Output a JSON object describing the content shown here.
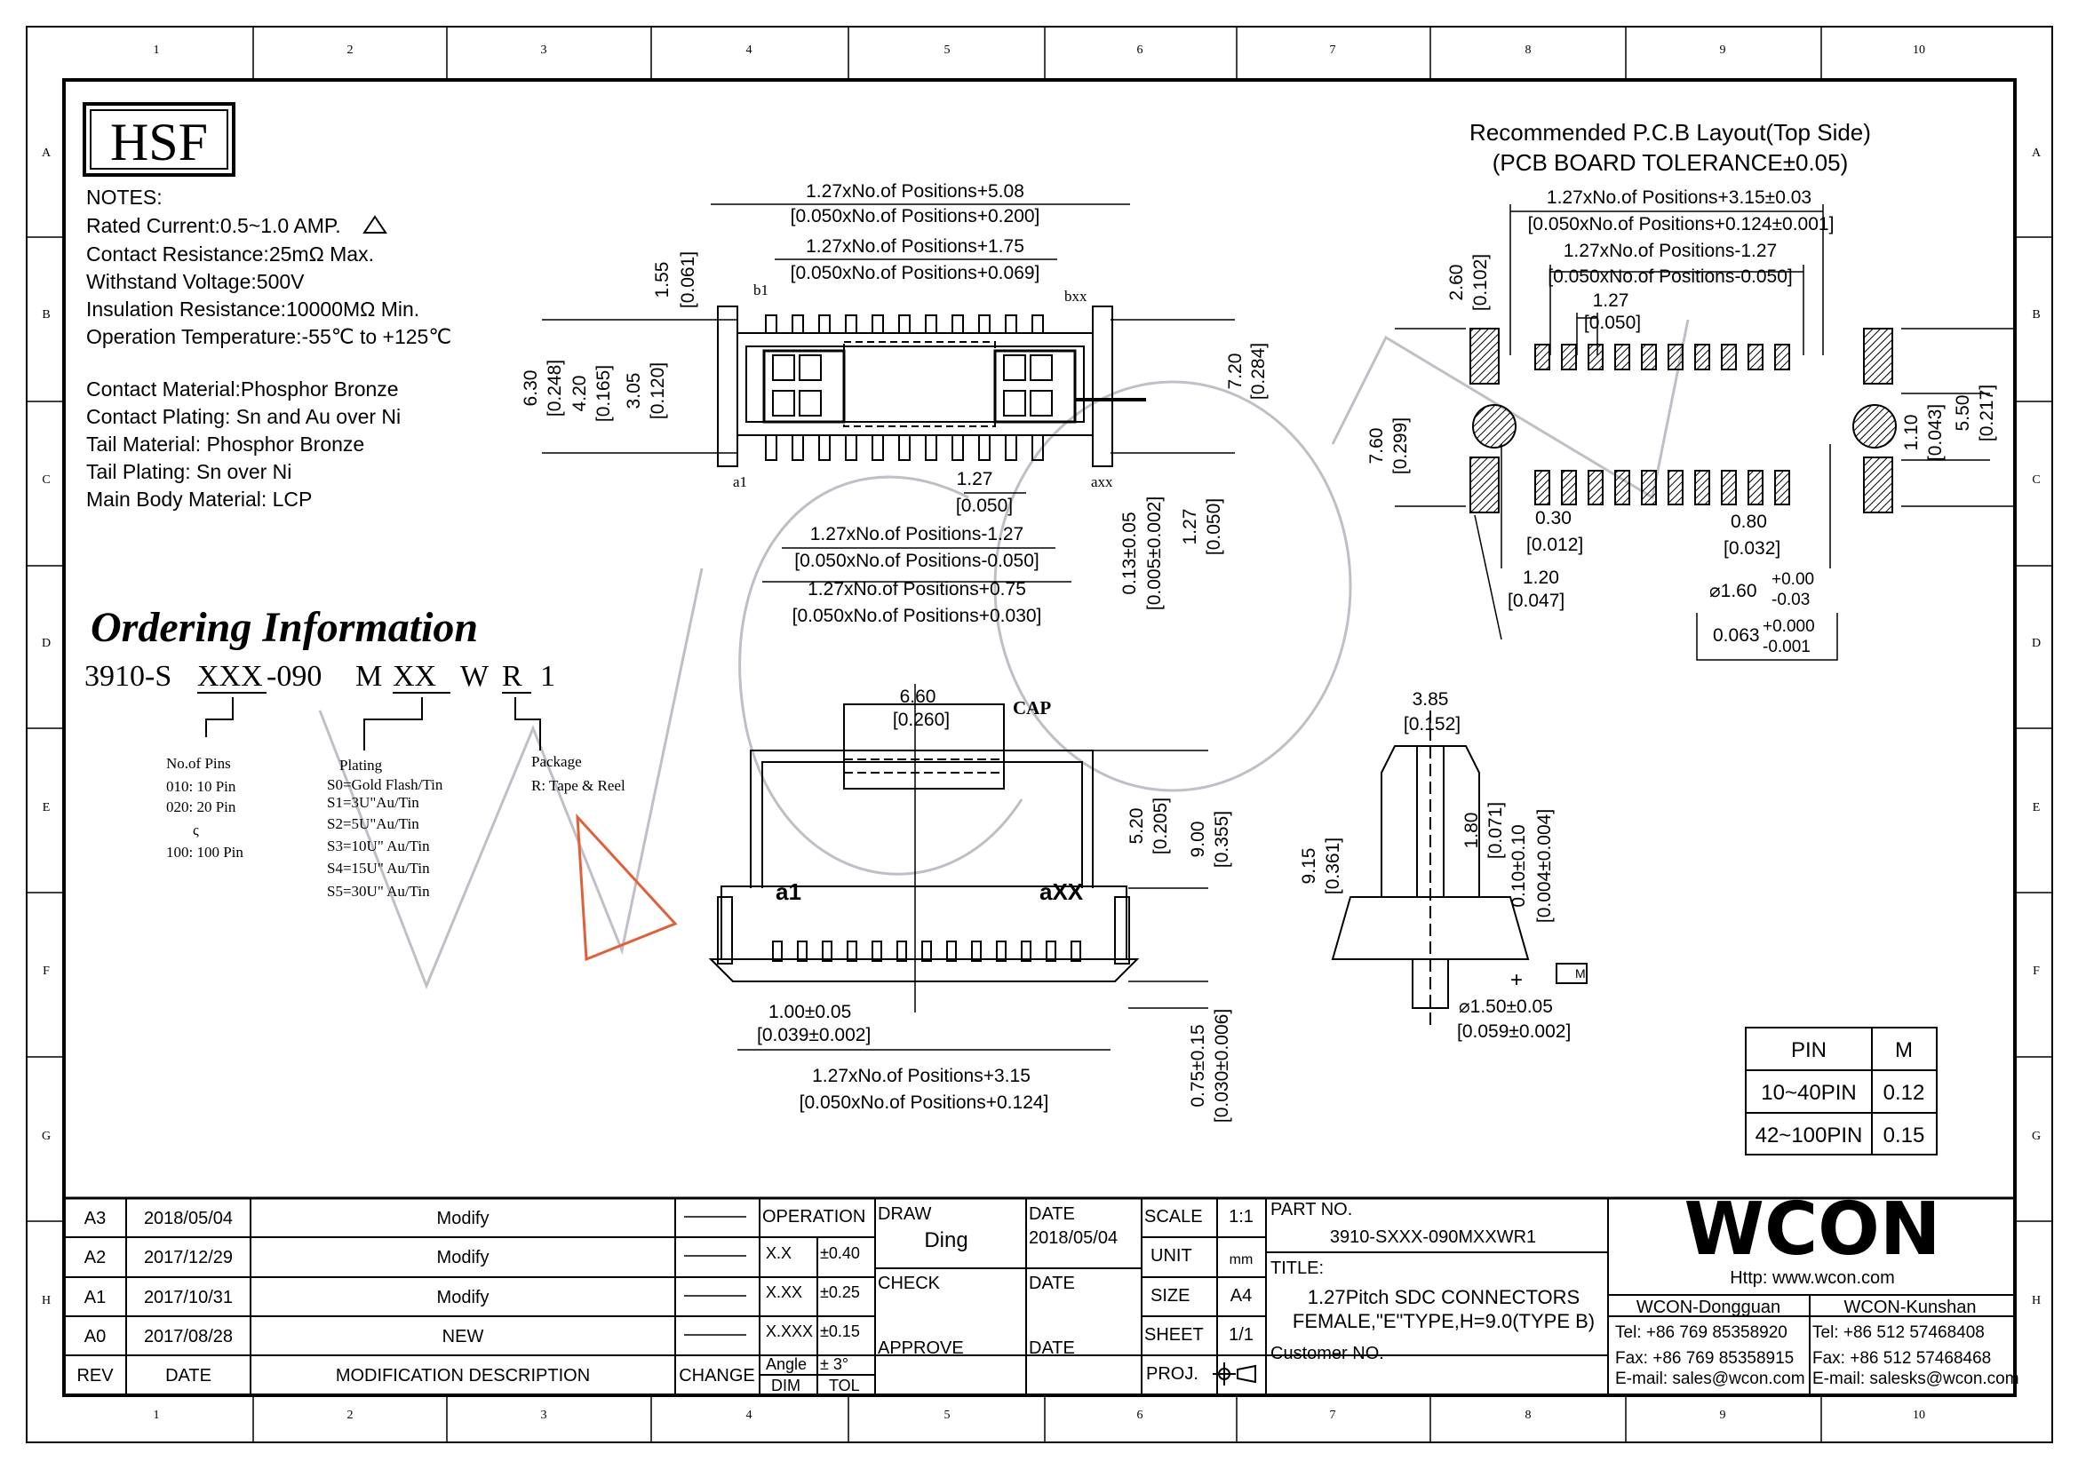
{
  "grid": {
    "cols": [
      "1",
      "2",
      "3",
      "4",
      "5",
      "6",
      "7",
      "8",
      "9",
      "10"
    ],
    "rows": [
      "A",
      "B",
      "C",
      "D",
      "E",
      "F",
      "G",
      "H"
    ]
  },
  "hsf": "HSF",
  "notes": {
    "header": "NOTES:",
    "lines": [
      "Rated Current:0.5~1.0 AMP.",
      "Contact Resistance:25mΩ Max.",
      "Withstand Voltage:500V",
      "Insulation Resistance:10000MΩ Min.",
      "Operation Temperature:-55℃ to +125℃",
      "",
      "Contact Material:Phosphor Bronze",
      "Contact Plating: Sn and Au over Ni",
      "Tail Material: Phosphor Bronze",
      "Tail Plating: Sn over Ni",
      "Main Body Material: LCP"
    ]
  },
  "ordering": {
    "title": "Ordering Information",
    "code": [
      "3910-S",
      "XXX",
      "-090",
      "M",
      "XX",
      "W",
      "R",
      "1"
    ],
    "pins": {
      "title": "No.of Pins",
      "lines": [
        "010: 10 Pin",
        "020: 20 Pin",
        "ς",
        "100: 100 Pin"
      ]
    },
    "plating": {
      "title": "Plating",
      "lines": [
        "S0=Gold Flash/Tin",
        "S1=3U\"Au/Tin",
        "S2=5U\"Au/Tin",
        "S3=10U\" Au/Tin",
        "S4=15U\" Au/Tin",
        "S5=30U\" Au/Tin"
      ]
    },
    "package": {
      "title": "Package",
      "lines": [
        "R: Tape & Reel"
      ]
    }
  },
  "top_view": {
    "dims": [
      "1.27xNo.of Positions+5.08",
      "[0.050xNo.of Positions+0.200]",
      "1.27xNo.of Positions+1.75",
      "[0.050xNo.of Positions+0.069]",
      "1.27",
      "[0.050]",
      "1.27xNo.of Positions-1.27",
      "[0.050xNo.of Positions-0.050]",
      "1.27xNo.of Positions+0.75",
      "[0.050xNo.of Positions+0.030]"
    ],
    "vdims": [
      "1.55",
      "[0.061]",
      "6.30",
      "[0.248]",
      "4.20",
      "[0.165]",
      "3.05",
      "[0.120]",
      "7.20",
      "[0.284]",
      "0.13±0.05",
      "[0.005±0.002]",
      "1.27",
      "[0.050]"
    ],
    "labels": [
      "b1",
      "bxx",
      "a1",
      "axx"
    ]
  },
  "side_view": {
    "dims": [
      "6.60",
      "[0.260]",
      "CAP",
      "5.20",
      "[0.205]",
      "9.00",
      "[0.355]",
      "a1",
      "aXX",
      "1.00±0.05",
      "[0.039±0.002]",
      "1.27xNo.of Positions+3.15",
      "[0.050xNo.of Positions+0.124]",
      "0.75±0.15",
      "[0.030±0.006]"
    ]
  },
  "end_view": {
    "dims": [
      "3.85",
      "[0.152]",
      "9.15",
      "[0.361]",
      "1.80",
      "[0.071]",
      "0.10±0.10",
      "[0.004±0.004]",
      "⌀1.50±0.05",
      "[0.059±0.002]",
      "M",
      "+"
    ]
  },
  "pcb": {
    "title1": "Recommended P.C.B Layout(Top Side)",
    "title2": "(PCB BOARD TOLERANCE±0.05)",
    "dims": [
      "1.27xNo.of Positions+3.15±0.03",
      "[0.050xNo.of Positions+0.124±0.001]",
      "1.27xNo.of Positions-1.27",
      "[0.050xNo.of Positions-0.050]",
      "1.27",
      "[0.050]",
      "2.60",
      "[0.102]",
      "7.60",
      "[0.299]",
      "0.30",
      "[0.012]",
      "0.80",
      "[0.032]",
      "1.20",
      "[0.047]",
      "1.10",
      "[0.043]",
      "5.50",
      "[0.217]",
      "⌀1.60",
      "+0.00",
      "-0.03",
      "0.063",
      "+0.000",
      "-0.001"
    ]
  },
  "pin_table": {
    "header": [
      "PIN",
      "M"
    ],
    "rows": [
      [
        "10~40PIN",
        "0.12"
      ],
      [
        "42~100PIN",
        "0.15"
      ]
    ]
  },
  "revisions": {
    "rows": [
      [
        "A3",
        "2018/05/04",
        "Modify"
      ],
      [
        "A2",
        "2017/12/29",
        "Modify"
      ],
      [
        "A1",
        "2017/10/31",
        "Modify"
      ],
      [
        "A0",
        "2017/08/28",
        "NEW"
      ]
    ],
    "header": [
      "REV",
      "DATE",
      "MODIFICATION DESCRIPTION",
      "CHANGE"
    ]
  },
  "title_block": {
    "operation": "OPERATION",
    "tol": [
      [
        "X.X",
        "±0.40"
      ],
      [
        "X.XX",
        "±0.25"
      ],
      [
        "X.XXX",
        "±0.15"
      ],
      [
        "Angle",
        "± 3°"
      ]
    ],
    "dim": "DIM",
    "tol_label": "TOL",
    "draw": "DRAW",
    "drawer": "Ding",
    "date_label": "DATE",
    "draw_date": "2018/05/04",
    "check": "CHECK",
    "approve": "APPROVE",
    "scale": "SCALE",
    "scale_val": "1:1",
    "unit": "UNIT",
    "unit_val": "mm",
    "size": "SIZE",
    "size_val": "A4",
    "sheet": "SHEET",
    "sheet_val": "1/1",
    "proj": "PROJ.",
    "part_no_label": "PART NO.",
    "part_no": "3910-SXXX-090MXXWR1",
    "title_label": "TITLE:",
    "title1": "1.27Pitch SDC CONNECTORS",
    "title2": "FEMALE,\"E\"TYPE,H=9.0(TYPE B)",
    "customer": "Customer NO.",
    "logo": "WCON",
    "http": "Http: www.wcon.com",
    "dg": {
      "name": "WCON-Dongguan",
      "tel": "Tel: +86 769 85358920",
      "fax": "Fax: +86 769 85358915",
      "email": "E-mail: sales@wcon.com"
    },
    "ks": {
      "name": "WCON-Kunshan",
      "tel": "Tel: +86 512 57468408",
      "fax": "Fax: +86 512 57468468",
      "email": "E-mail: salesks@wcon.com"
    }
  },
  "watermark": "WCON"
}
